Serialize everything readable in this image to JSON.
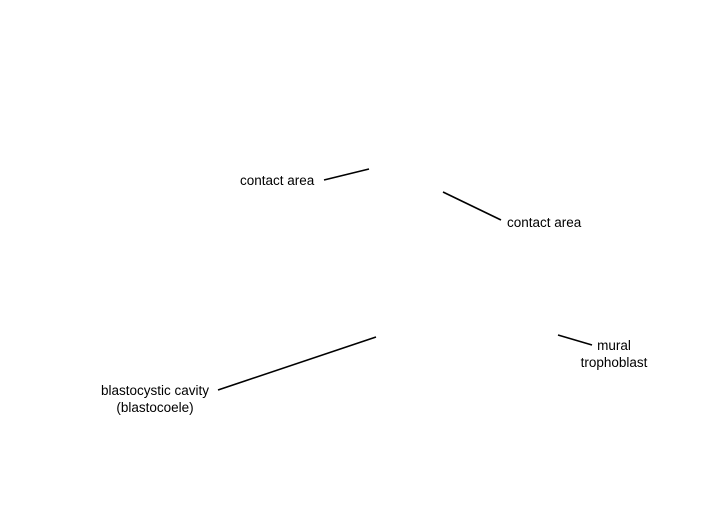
{
  "labels": {
    "contact_area_left": "contact area",
    "contact_area_right": "contact area",
    "mural_trophoblast": [
      "mural",
      "trophoblast"
    ],
    "blastocystic_cavity": [
      "blastocystic cavity",
      "(blastocoele)"
    ]
  },
  "colors": {
    "line": "#000000",
    "text": "#000000",
    "background": "#ffffff"
  }
}
